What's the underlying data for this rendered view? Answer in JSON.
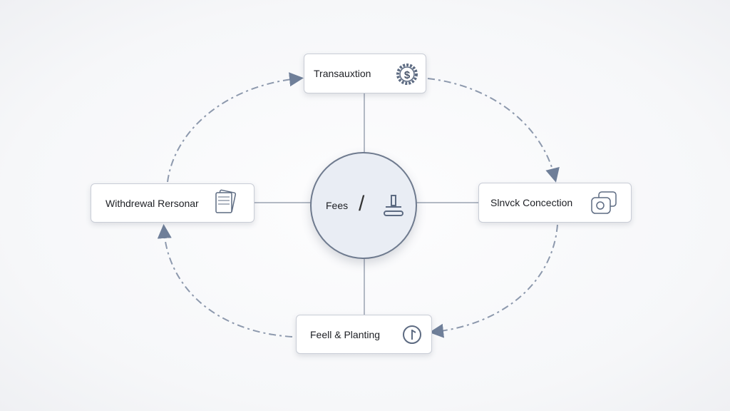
{
  "center": {
    "label": "Fees",
    "separator": "/",
    "icon": "stamp-icon"
  },
  "nodes": {
    "top": {
      "label": "Transauxtion",
      "icon": "dollar-gear-icon"
    },
    "left": {
      "label": "Withdrewal Rersonar",
      "icon": "document-stack-icon"
    },
    "right": {
      "label": "Slnvck Concection",
      "icon": "coins-icon"
    },
    "bottom": {
      "label": "Feell & Planting",
      "icon": "clock-icon"
    }
  },
  "colors": {
    "arrow": "#6f7f99",
    "line": "#9aa3b2",
    "hub": "#e9edf4"
  }
}
